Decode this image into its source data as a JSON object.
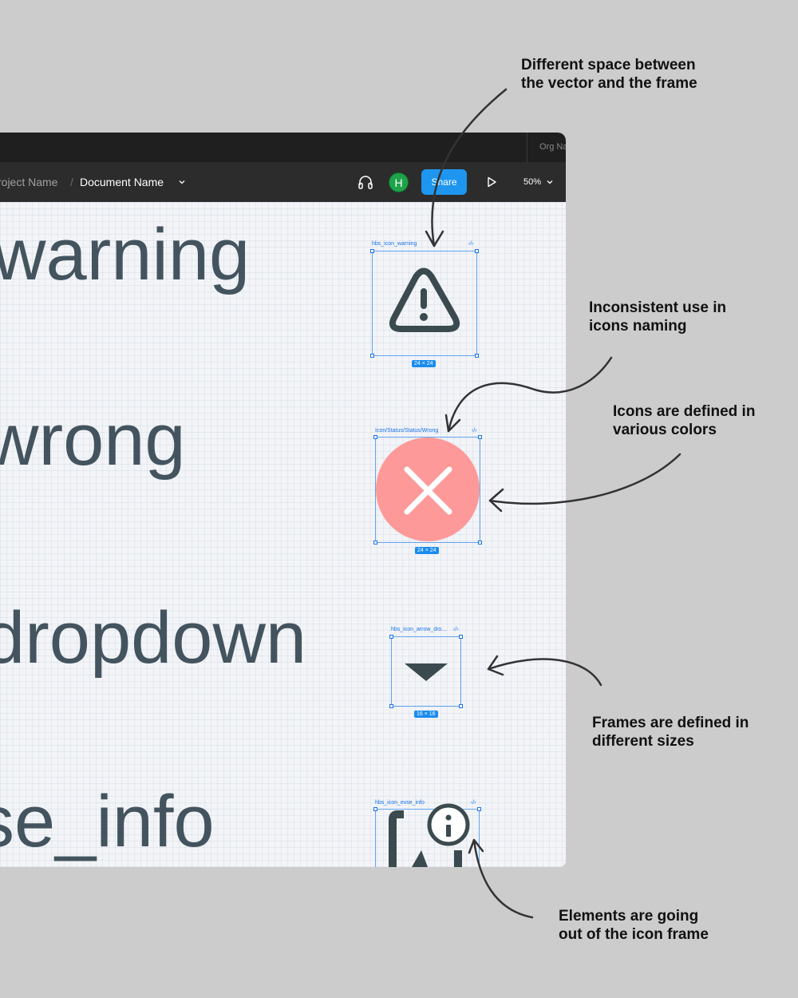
{
  "window": {
    "org_tab": "Org Na",
    "breadcrumb": {
      "project": "roject Name",
      "separator": "/",
      "document": "Document Name"
    },
    "toolbar": {
      "avatar_initial": "H",
      "share_label": "Share",
      "zoom": "50%"
    }
  },
  "canvas": {
    "icons": [
      {
        "label": "warning",
        "frame_name": "hbs_icon_warning",
        "code_tag": "‹/›",
        "size": "24 × 24"
      },
      {
        "label": "wrong",
        "frame_name": "Icon/Status/Status/Wrong",
        "code_tag": "‹/›",
        "size": "24 × 24",
        "fill_color": "#fd9999"
      },
      {
        "label": "dropdown",
        "frame_name": "hbs_icon_arrow_dro...",
        "code_tag": "‹/›",
        "size": "16 × 16"
      },
      {
        "label": "se_info",
        "frame_name": "hbs_icon_evse_info",
        "code_tag": "‹/›"
      }
    ]
  },
  "annotations": [
    {
      "line1": "Different space between",
      "line2": "the vector and the frame"
    },
    {
      "line1": "Inconsistent use in",
      "line2": "icons naming"
    },
    {
      "line1": "Icons are defined in",
      "line2": "various colors"
    },
    {
      "line1": "Frames are defined in",
      "line2": "different sizes"
    },
    {
      "line1": "Elements are going",
      "line2": "out of the icon frame"
    }
  ],
  "colors": {
    "background": "#cccccc",
    "share_blue": "#1e96f0",
    "avatar_green": "#1fa34a",
    "selection_blue": "#1a73e8",
    "icon_dark": "#3a4a4f",
    "label_gray": "#44545e"
  }
}
